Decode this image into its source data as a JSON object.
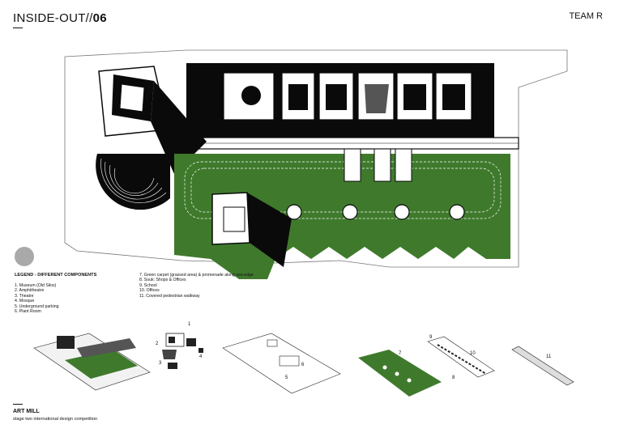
{
  "header": {
    "title_prefix": "INSIDE-OUT//",
    "title_number": "06",
    "team": "TEAM R"
  },
  "legend": {
    "heading": "LEGEND - DIFFERENT COMPONENTS",
    "items_left": [
      "1. Museum (Old Silos)",
      "2. Amphitheatre",
      "3. Theatre",
      "4. Mosque",
      "5. Underground parking",
      "6. Plant Room"
    ],
    "items_right": [
      "7. Green carpet (grassed area) & promenade along sea edge",
      "8. Souk: Shops & Offices",
      "9. School",
      "10. Offices",
      "11. Covered pedestrian walkway"
    ]
  },
  "diagram_labels": {
    "n1": "1",
    "n2": "2",
    "n3": "3",
    "n4": "4",
    "n5": "5",
    "n6": "6",
    "n7": "7",
    "n8": "8",
    "n9": "9",
    "n10": "10",
    "n11": "11"
  },
  "footer": {
    "project": "ART MILL",
    "subtitle": "stage two international design competition"
  },
  "colors": {
    "grass": "#3f7a2c",
    "black": "#0a0a0a",
    "compass": "#a9a9a9"
  }
}
